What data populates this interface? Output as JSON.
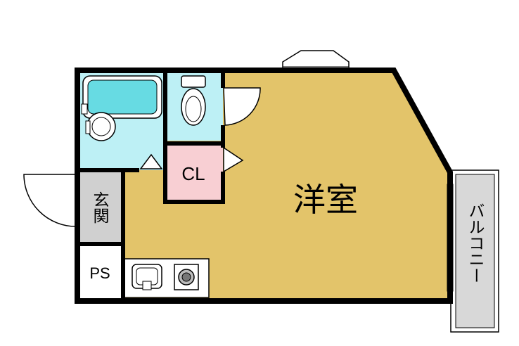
{
  "rooms": {
    "western_room": "洋室",
    "closet": "CL",
    "entrance": "玄関",
    "pipe_space": "PS",
    "balcony": "バルコニー"
  },
  "colors": {
    "western_room": "#e3c46a",
    "bath_area": "#bdf0f5",
    "bathtub": "#67dbe3",
    "closet": "#f8cfd3",
    "entrance": "#d0d0d0",
    "balcony": "#d8d8d8",
    "wall": "#000000"
  }
}
